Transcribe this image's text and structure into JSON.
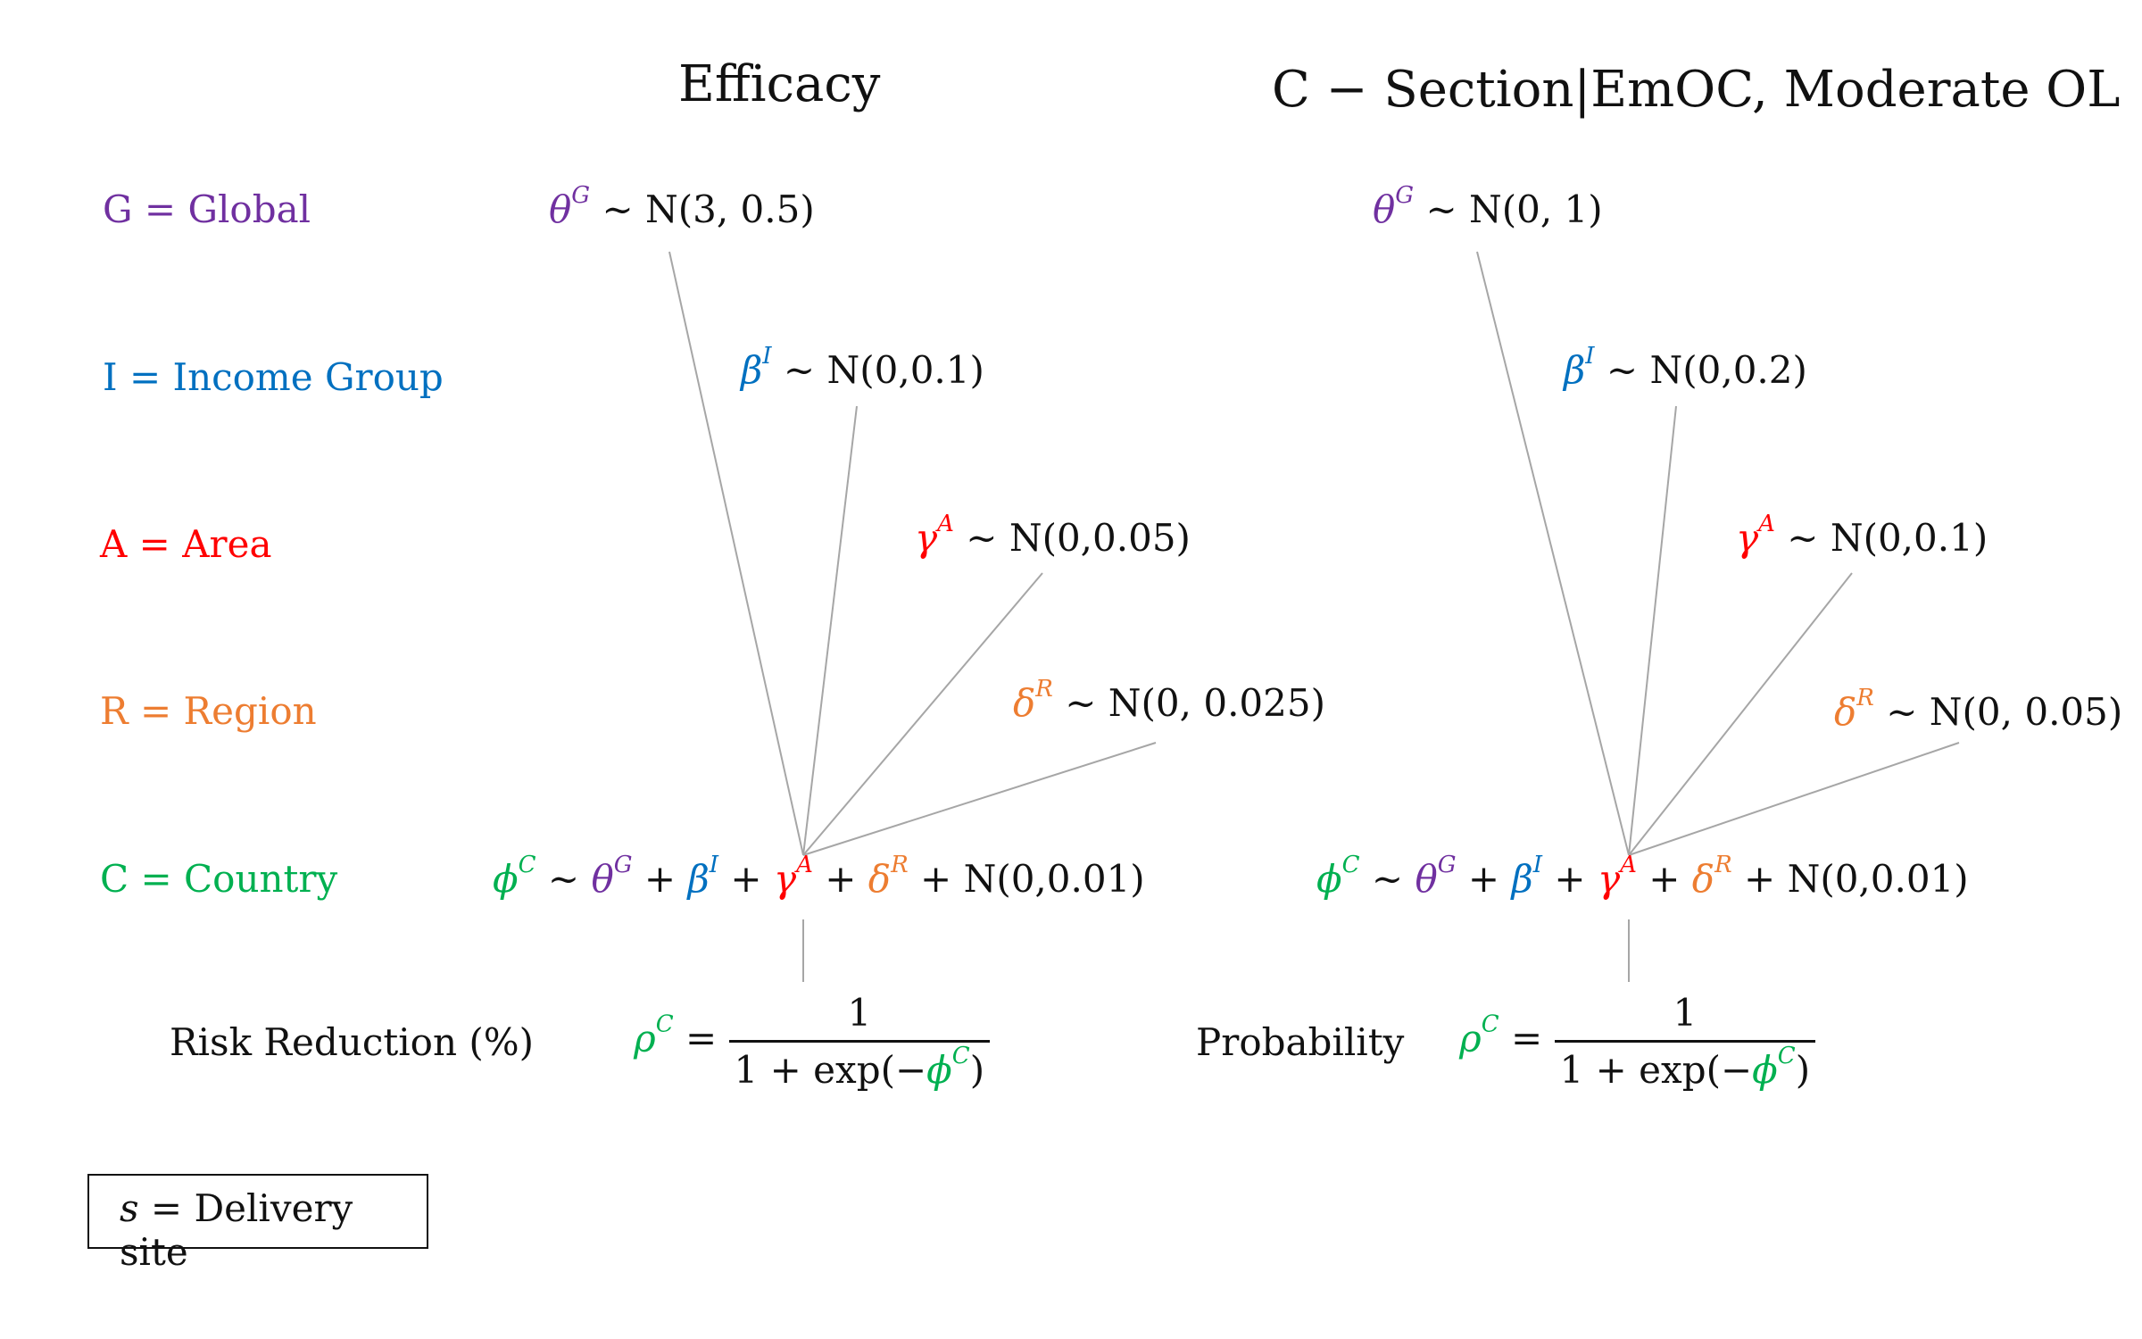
{
  "colors": {
    "global": "#7030a0",
    "income": "#0070c0",
    "area": "#ff0000",
    "region": "#ed7d31",
    "country": "#00b050",
    "text": "#111111",
    "line": "#a6a6a6"
  },
  "titles": {
    "left": "Efficacy",
    "right": "C − Section|EmOC, Moderate OL"
  },
  "levels": [
    {
      "id": "global",
      "text": "G = Global"
    },
    {
      "id": "income",
      "text": "I = Income Group"
    },
    {
      "id": "area",
      "text": "A = Area"
    },
    {
      "id": "region",
      "text": "R = Region"
    },
    {
      "id": "country",
      "text": "C = Country"
    }
  ],
  "symbols": {
    "theta": "θ",
    "theta_sup": "G",
    "beta": "β",
    "beta_sup": "I",
    "gamma": "γ",
    "gamma_sup": "A",
    "delta": "δ",
    "delta_sup": "R",
    "phi": "ϕ",
    "phi_sup": "C",
    "rho": "ρ",
    "rho_sup": "C",
    "tilde": "∼",
    "plus": "+",
    "equals": "="
  },
  "left": {
    "theta_dist": "N(3, 0.5)",
    "beta_dist": "N(0,0.1)",
    "gamma_dist": "N(0,0.05)",
    "delta_dist": "N(0, 0.025)",
    "country_noise": "N(0,0.01)",
    "output_label": "Risk Reduction (%)",
    "frac_num": "1",
    "frac_den_pre": "1 + exp(−",
    "frac_den_post": ")"
  },
  "right": {
    "theta_dist": "N(0, 1)",
    "beta_dist": "N(0,0.2)",
    "gamma_dist": "N(0,0.1)",
    "delta_dist": "N(0, 0.05)",
    "country_noise": "N(0,0.01)",
    "output_label": "Probability",
    "frac_num": "1",
    "frac_den_pre": "1 + exp(−",
    "frac_den_post": ")"
  },
  "legend": {
    "symbol": "s",
    "text": "= Delivery site"
  }
}
